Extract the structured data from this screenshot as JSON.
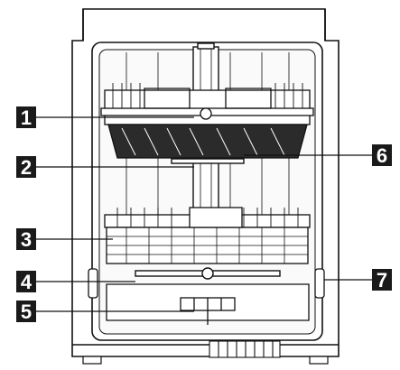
{
  "colors": {
    "line": "#111111",
    "label_bg": "#1a1a1a",
    "label_text": "#ffffff",
    "tub_shade": "#f2f2f2",
    "basket_fill": "#2b2b2b"
  },
  "callouts": [
    {
      "id": "1",
      "number": "1"
    },
    {
      "id": "2",
      "number": "2"
    },
    {
      "id": "3",
      "number": "3"
    },
    {
      "id": "4",
      "number": "4"
    },
    {
      "id": "5",
      "number": "5"
    },
    {
      "id": "6",
      "number": "6"
    },
    {
      "id": "7",
      "number": "7"
    }
  ]
}
